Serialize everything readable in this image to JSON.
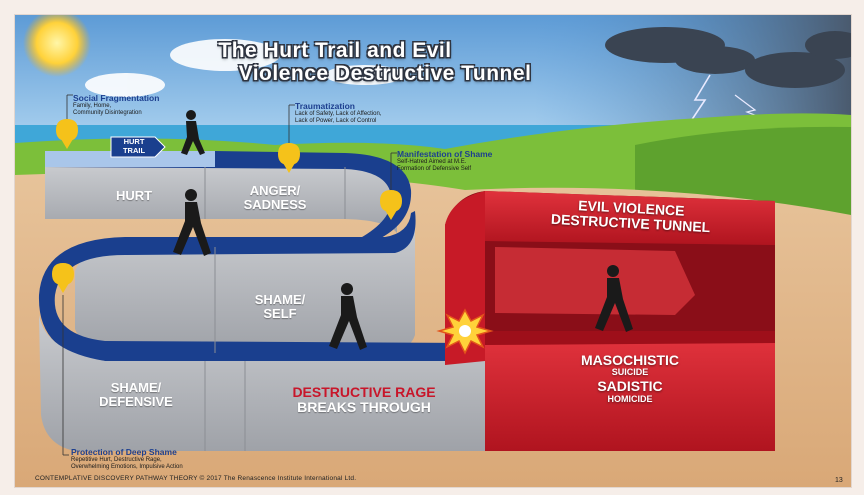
{
  "title": {
    "line1": "The Hurt Trail and Evil",
    "line2": "Violence Destructive Tunnel"
  },
  "annotations": {
    "social_fragmentation": {
      "heading": "Social Fragmentation",
      "lines": [
        "Family, Home,",
        "Community Disintegration"
      ]
    },
    "traumatization": {
      "heading": "Traumatization",
      "lines": [
        "Lack of Safety, Lack of Affection,",
        "Lack of Power, Lack of Control"
      ]
    },
    "manifestation_of_shame": {
      "heading": "Manifestation of Shame",
      "lines": [
        "Self-Hatred Aimed at M.E.",
        "Formation of Defensive Self"
      ]
    },
    "protection_of_deep_shame": {
      "heading": "Protection of Deep Shame",
      "lines": [
        "Repetitive Hurt, Destructive Rage,",
        "Overwhelming Emotions, Impulsive Action"
      ]
    }
  },
  "trail_sign": {
    "line1": "HURT",
    "line2": "TRAIL"
  },
  "segments": {
    "hurt": "HURT",
    "anger": {
      "line1": "ANGER/",
      "line2": "SADNESS"
    },
    "shame_self": {
      "line1": "SHAME/",
      "line2": "SELF"
    },
    "shame_defensive": {
      "line1": "SHAME/",
      "line2": "DEFENSIVE"
    },
    "rage": {
      "line1": "DESTRUCTIVE RAGE",
      "line2": "BREAKS THROUGH"
    }
  },
  "tunnel": {
    "title_line1": "EVIL VIOLENCE",
    "title_line2": "DESTRUCTIVE TUNNEL",
    "masochistic": "MASOCHISTIC",
    "suicide": "SUICIDE",
    "sadistic": "SADISTIC",
    "homicide": "HOMICIDE"
  },
  "footer": "CONTEMPLATIVE DISCOVERY PATHWAY THEORY  © 2017 The Renascence Institute International Ltd.",
  "page_number": "13",
  "colors": {
    "path_blue": "#1a3f8e",
    "wall_gray": "#b5b7bc",
    "tunnel_red": "#d41f2d",
    "grass": "#7cbf3a",
    "sand": "#e2b98a",
    "pin": "#f5c21a"
  }
}
